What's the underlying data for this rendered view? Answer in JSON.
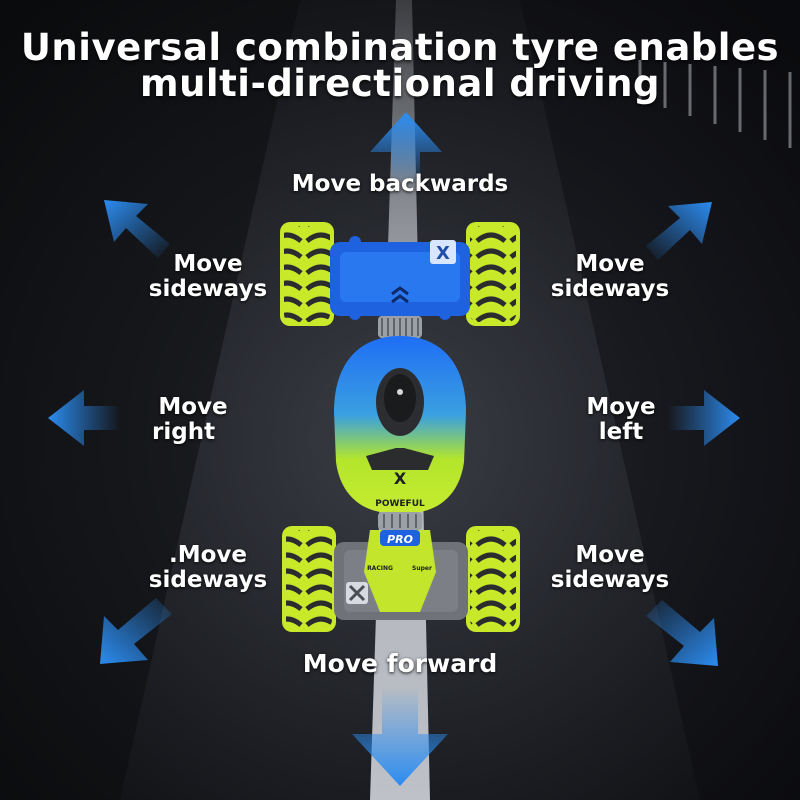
{
  "title": {
    "line1": "Universal combination tyre enables",
    "line2": "multi-directional driving"
  },
  "labels": {
    "top": "Move backwards",
    "bottom": "Move forward",
    "upper_left": {
      "line1": "Move",
      "line2": "sideways"
    },
    "upper_right": {
      "line1": "Move",
      "line2": "sideways"
    },
    "mid_left": {
      "line1": "Move",
      "line2": "right"
    },
    "mid_right": {
      "line1": "Moye",
      "line2": "left"
    },
    "lower_left": {
      "line1": ".Move",
      "line2": "sideways"
    },
    "lower_right": {
      "line1": "Move",
      "line2": "sideways"
    }
  },
  "car": {
    "front_badge": "X",
    "side_text": "POWEFUL",
    "pro_badge": "PRO",
    "racing_text": "RACING",
    "super_text": "Super"
  },
  "icons": [
    "arrow-up-icon",
    "arrow-down-icon",
    "arrow-left-icon",
    "arrow-right-icon",
    "arrow-up-left-icon",
    "arrow-up-right-icon",
    "arrow-down-left-icon",
    "arrow-down-right-icon"
  ],
  "colors": {
    "arrow": "#1e7fe6",
    "tyre": "#c8e82a",
    "body_blue": "#1e6cf0",
    "body_green": "#b6e62c",
    "chassis_gray": "#6f7378"
  }
}
